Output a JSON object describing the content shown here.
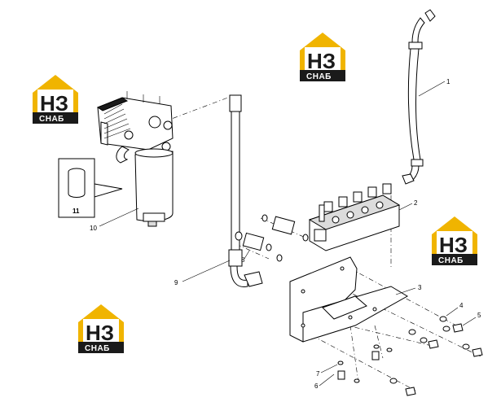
{
  "watermark": {
    "logo_letters": "НЗ",
    "logo_text": "СНАБ",
    "colors": {
      "roof": "#f0b400",
      "frame": "#f0b400",
      "band": "#1a1a1a"
    }
  },
  "callouts": [
    {
      "id": "1",
      "label": "1"
    },
    {
      "id": "2",
      "label": "2"
    },
    {
      "id": "3",
      "label": "3"
    },
    {
      "id": "4",
      "label": "4"
    },
    {
      "id": "5",
      "label": "5"
    },
    {
      "id": "6",
      "label": "6"
    },
    {
      "id": "7",
      "label": "7"
    },
    {
      "id": "8",
      "label": "8"
    },
    {
      "id": "9",
      "label": "9"
    },
    {
      "id": "10",
      "label": "10"
    },
    {
      "id": "11",
      "label": "11"
    }
  ]
}
